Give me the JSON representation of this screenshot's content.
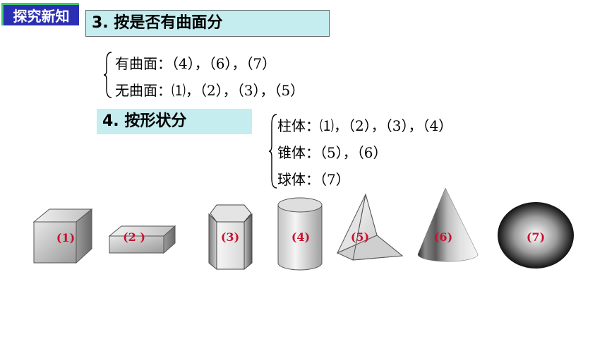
{
  "header": {
    "badge": "探究新知"
  },
  "section3": {
    "title": "3. 按是否有曲面分",
    "rows": [
      {
        "label": "有曲面：",
        "items": "（4），（6），（7）"
      },
      {
        "label": "无曲面：",
        "items": "⑴，（2），（3），（5）"
      }
    ]
  },
  "section4": {
    "title": "4. 按形状分",
    "rows": [
      {
        "label": "柱体：",
        "items": "⑴，（2），（3），（4）"
      },
      {
        "label": "锥体：",
        "items": "（5），（6）"
      },
      {
        "label": "球体：",
        "items": "（7）"
      }
    ]
  },
  "shapes": {
    "cube": "(1)",
    "cuboid": "(2 )",
    "hexagonal_prism": "(3)",
    "cylinder": "(4)",
    "pyramid": "(5)",
    "cone": "(6)",
    "sphere": "(7)"
  },
  "colors": {
    "badge_bg": "#2b2fb3",
    "section_bg": "#c5ecef",
    "label_red": "#c8102e"
  }
}
